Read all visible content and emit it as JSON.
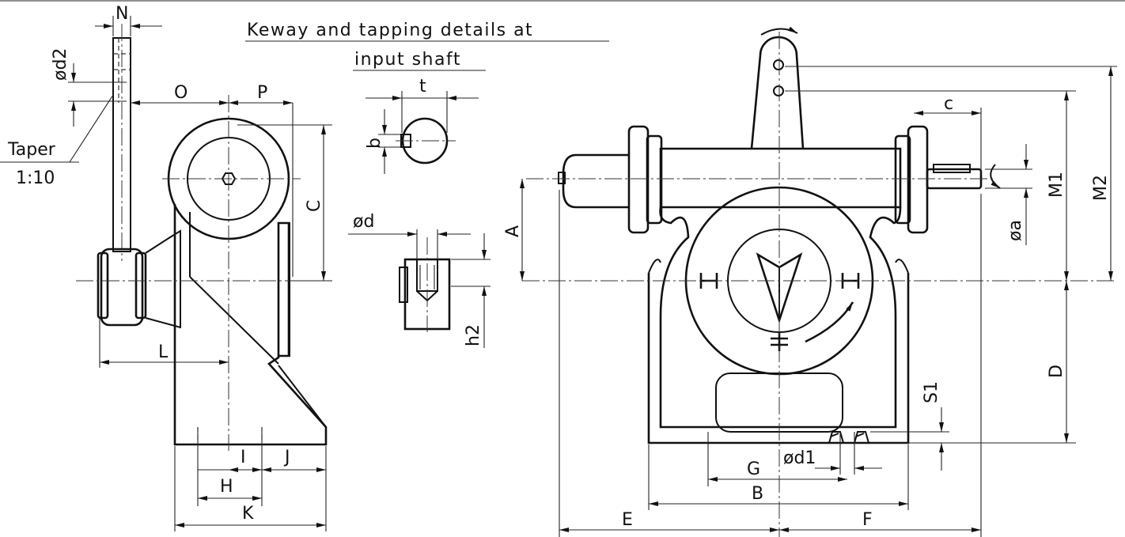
{
  "title": {
    "line1": "Keway and tapping details at",
    "line2": "input shaft"
  },
  "side_view": {
    "labels": {
      "N": "N",
      "d2": "ød2",
      "O": "O",
      "P": "P",
      "taper": "Taper",
      "taper_ratio": "1:10",
      "C": "C",
      "L": "L",
      "I": "I",
      "J": "J",
      "H": "H",
      "K": "K"
    }
  },
  "keyway_detail": {
    "labels": {
      "t": "t",
      "b": "b",
      "d": "ød",
      "h2": "h2"
    }
  },
  "front_view": {
    "labels": {
      "c": "c",
      "A": "A",
      "M1": "M1",
      "M2": "M2",
      "a": "øa",
      "D": "D",
      "S1": "S1",
      "d1": "ød1",
      "G": "G",
      "B": "B",
      "E": "E",
      "F": "F"
    }
  }
}
